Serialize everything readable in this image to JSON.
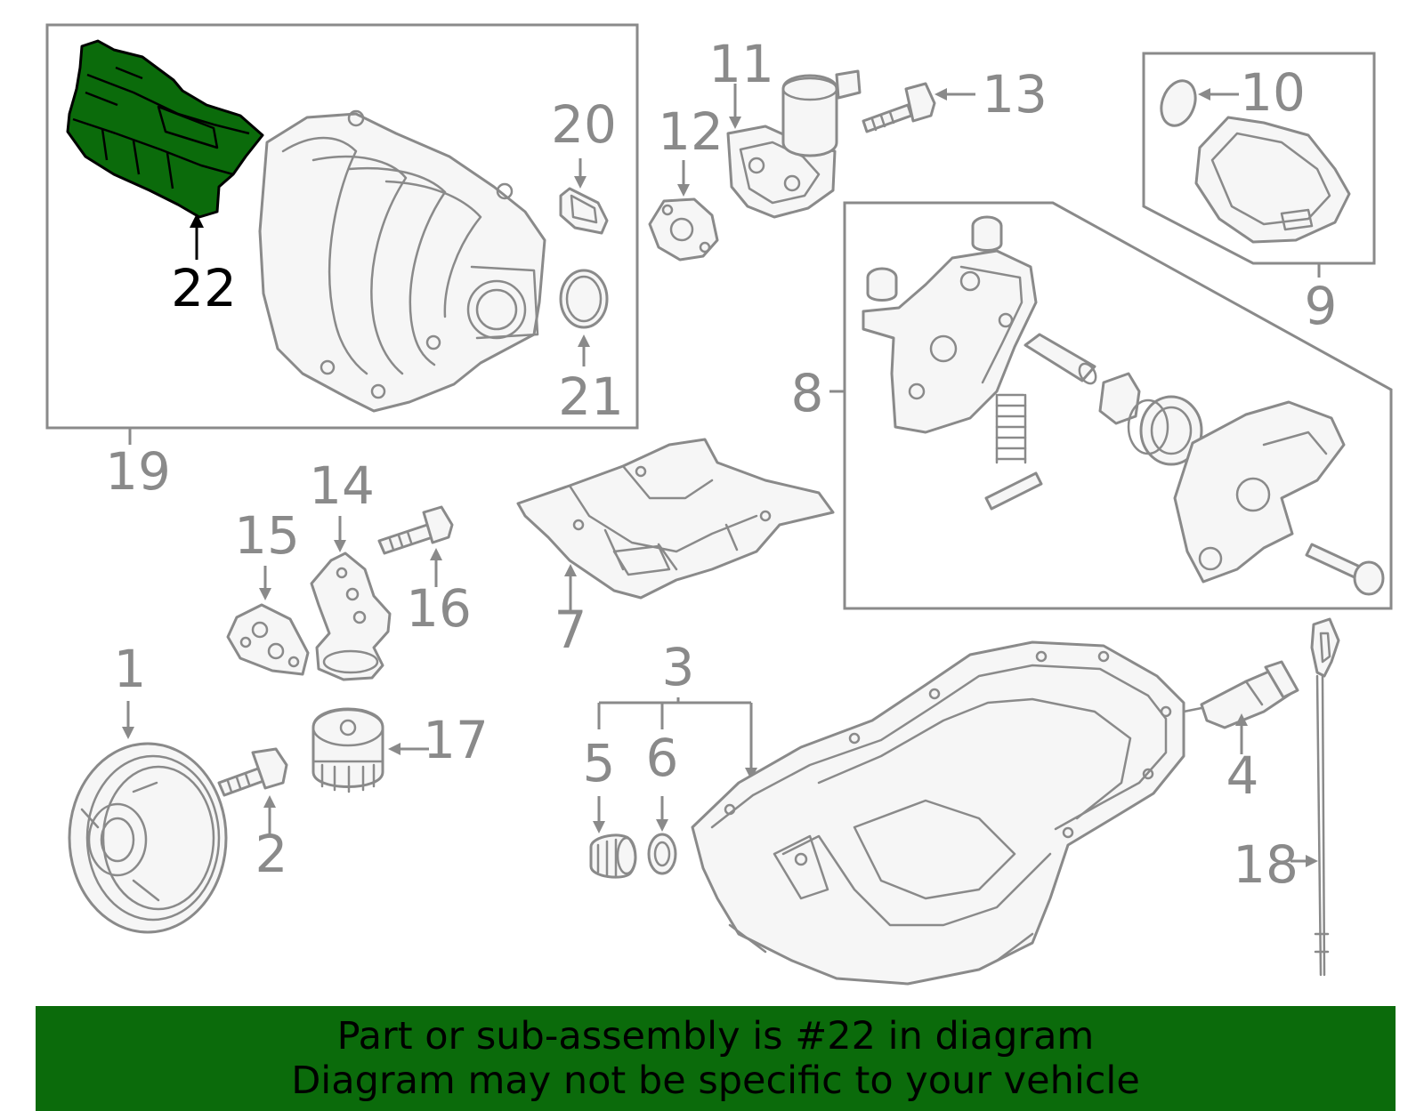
{
  "callouts": {
    "c1": "1",
    "c2": "2",
    "c3": "3",
    "c4": "4",
    "c5": "5",
    "c6": "6",
    "c7": "7",
    "c8": "8",
    "c9": "9",
    "c10": "10",
    "c11": "11",
    "c12": "12",
    "c13": "13",
    "c14": "14",
    "c15": "15",
    "c16": "16",
    "c17": "17",
    "c18": "18",
    "c19": "19",
    "c20": "20",
    "c21": "21",
    "c22": "22"
  },
  "highlight": {
    "callout": "22",
    "color": "#0b6b0b"
  },
  "banner": {
    "line1": "Part or sub-assembly is #22 in diagram",
    "line2": "Diagram may not be specific to your vehicle",
    "background": "#0b6b0b"
  }
}
